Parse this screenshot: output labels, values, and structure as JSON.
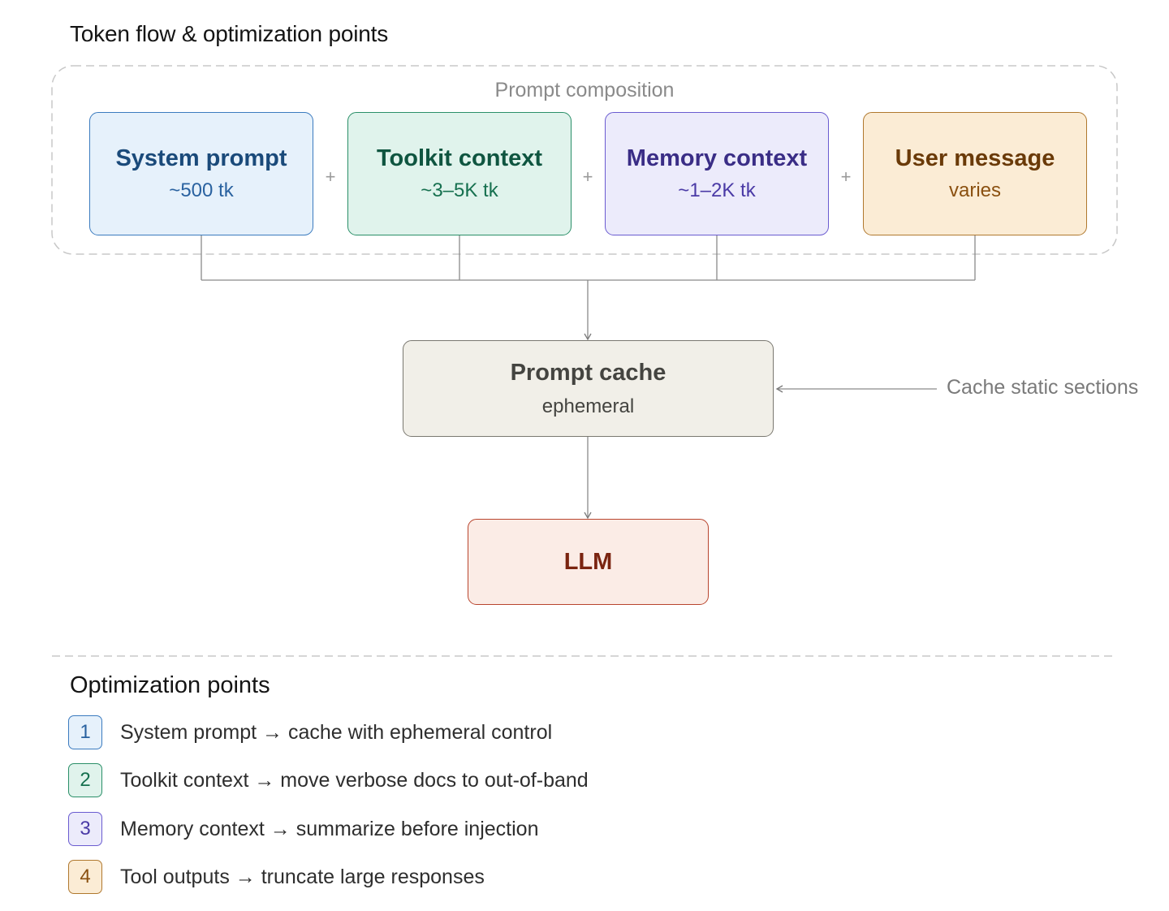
{
  "title": "Token flow & optimization points",
  "composition": {
    "label": "Prompt composition",
    "plus": "+",
    "inputs": [
      {
        "name": "System prompt",
        "sub": "~500 tk",
        "color": "#1a4a7a",
        "sub_color": "#2a62a0",
        "bg": "#e6f1fb",
        "border": "#3b7bbf"
      },
      {
        "name": "Toolkit context",
        "sub": "~3–5K tk",
        "color": "#0f5540",
        "sub_color": "#16704f",
        "bg": "#e0f3ec",
        "border": "#2a8f68"
      },
      {
        "name": "Memory context",
        "sub": "~1–2K tk",
        "color": "#3a2d86",
        "sub_color": "#4a3aa6",
        "bg": "#ecebfb",
        "border": "#6a5bd0"
      },
      {
        "name": "User message",
        "sub": "varies",
        "color": "#6a3a08",
        "sub_color": "#8a5010",
        "bg": "#fbecd5",
        "border": "#b0782e"
      }
    ]
  },
  "cache": {
    "name": "Prompt cache",
    "sub": "ephemeral",
    "color": "#444440",
    "bg": "#f1efe8",
    "border": "#7a7870"
  },
  "llm": {
    "name": "LLM",
    "color": "#7a2410",
    "bg": "#fbece6",
    "border": "#b8452e"
  },
  "side_note": "Cache static sections",
  "optimization": {
    "title": "Optimization points",
    "items": [
      {
        "num": "1",
        "text": "System prompt → cache with ephemeral control",
        "color": "#2a62a0",
        "bg": "#e6f1fb",
        "border": "#3b7bbf"
      },
      {
        "num": "2",
        "text": "Toolkit context → move verbose docs to out-of-band",
        "color": "#16704f",
        "bg": "#e0f3ec",
        "border": "#2a8f68"
      },
      {
        "num": "3",
        "text": "Memory context → summarize before injection",
        "color": "#4a3aa6",
        "bg": "#ecebfb",
        "border": "#6a5bd0"
      },
      {
        "num": "4",
        "text": "Tool outputs → truncate large responses",
        "color": "#8a5010",
        "bg": "#fbecd5",
        "border": "#b0782e"
      }
    ]
  }
}
